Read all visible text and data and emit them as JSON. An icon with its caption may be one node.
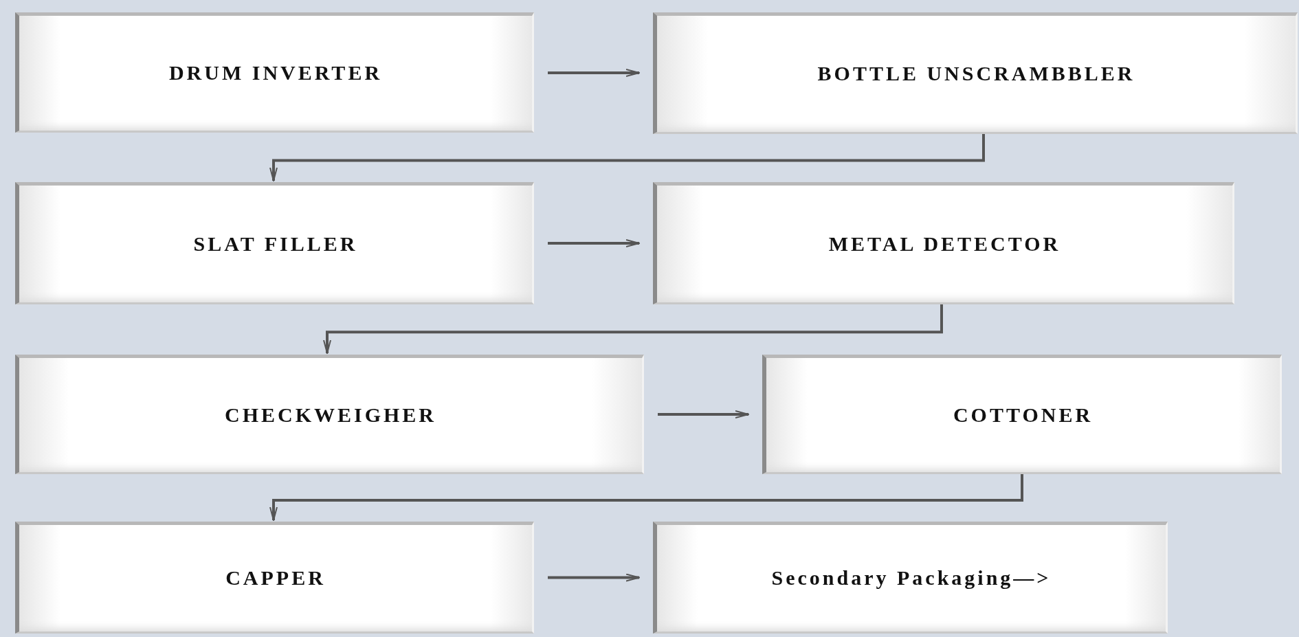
{
  "diagram": {
    "nodes": [
      {
        "text": [
          "DRUM INVERTER"
        ]
      },
      {
        "text": [
          "BOTTLE UNSCRAMBBLER"
        ]
      },
      {
        "text": [
          "SLAT FILLER"
        ]
      },
      {
        "text": [
          "METAL DETECTOR"
        ]
      },
      {
        "text": [
          "CHECKWEIGHER"
        ]
      },
      {
        "text": [
          "COTTONER"
        ]
      },
      {
        "text": [
          "CAPPER"
        ]
      },
      {
        "text": [
          "Secondary Packaging—>"
        ]
      }
    ],
    "edges": [
      {
        "from": 0,
        "to": 1,
        "arrow": "to"
      },
      {
        "from": 1,
        "to": 2,
        "arrow": "to"
      },
      {
        "from": 2,
        "to": 3,
        "arrow": "to"
      },
      {
        "from": 3,
        "to": 4,
        "arrow": "to"
      },
      {
        "from": 4,
        "to": 5,
        "arrow": "to"
      },
      {
        "from": 5,
        "to": 6,
        "arrow": "to"
      },
      {
        "from": 6,
        "to": 7,
        "arrow": "to"
      }
    ]
  }
}
